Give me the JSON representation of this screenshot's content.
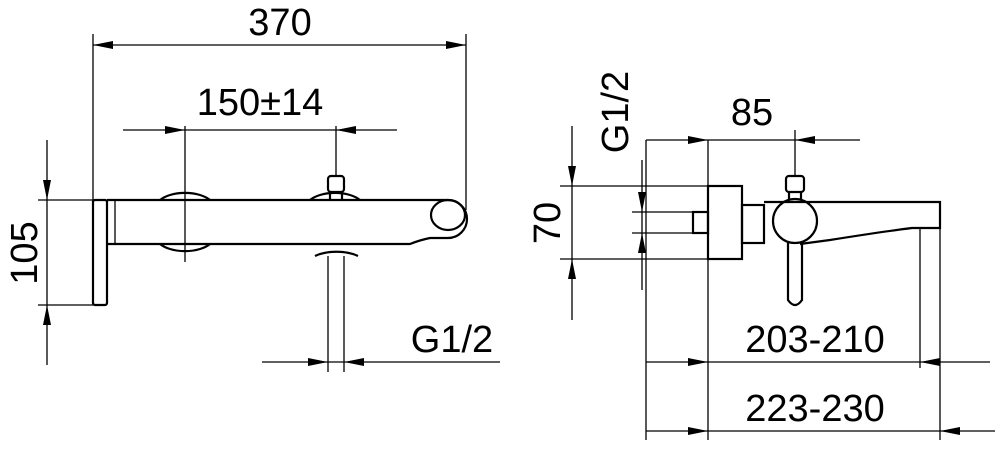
{
  "dimensions": {
    "overall_length": "370",
    "center_distance": "150±14",
    "height": "105",
    "inlet_thread_front": "G1/2",
    "side_center_offset": "85",
    "inlet_thread_side": "G1/2",
    "body_height": "70",
    "projection_min": "203-210",
    "projection_max": "223-230"
  },
  "colors": {
    "line": "#000000",
    "background": "#ffffff"
  }
}
